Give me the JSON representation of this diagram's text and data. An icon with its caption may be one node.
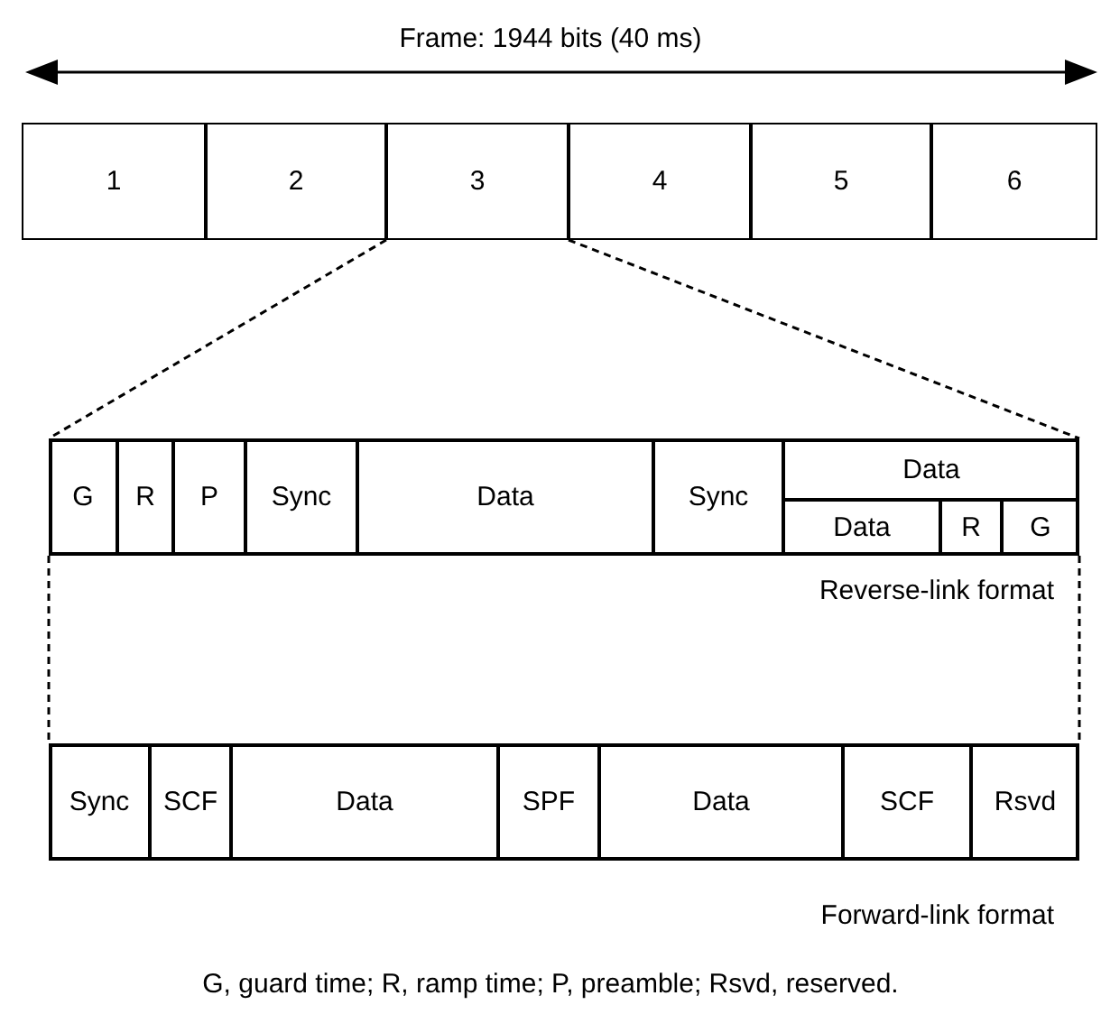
{
  "diagram": {
    "nodes": [
      {
        "text": [
          "1"
        ]
      },
      {
        "text": [
          "2"
        ]
      },
      {
        "text": [
          "3"
        ]
      },
      {
        "text": [
          "4"
        ]
      },
      {
        "text": [
          "5"
        ]
      },
      {
        "text": [
          "6"
        ]
      },
      {
        "text": [],
        "shape": "box"
      },
      {
        "text": [
          "G"
        ],
        "in": 6
      },
      {
        "text": [
          "R"
        ],
        "in": 6
      },
      {
        "text": [
          "P"
        ],
        "in": 6
      },
      {
        "text": [
          "Sync"
        ],
        "in": 6
      },
      {
        "text": [
          "Data"
        ],
        "in": 6
      },
      {
        "text": [
          "Sync"
        ],
        "in": 6
      },
      {
        "text": [
          "Data"
        ],
        "in": 6
      },
      {
        "text": [
          "Data"
        ],
        "in": 6
      },
      {
        "text": [
          "R"
        ],
        "in": 6
      },
      {
        "text": [
          "G"
        ],
        "in": 6
      },
      {
        "text": [],
        "shape": "box"
      },
      {
        "text": [
          "Sync"
        ],
        "in": 17
      },
      {
        "text": [
          "SCF"
        ],
        "in": 17
      },
      {
        "text": [
          "Data"
        ],
        "in": 17
      },
      {
        "text": [
          "SPF"
        ],
        "in": 17
      },
      {
        "text": [
          "Data"
        ],
        "in": 17
      },
      {
        "text": [
          "SCF"
        ],
        "in": 17
      },
      {
        "text": [
          "Rsvd"
        ],
        "in": 17
      }
    ],
    "edges": [
      {
        "from": 2,
        "to": 6,
        "arrow": "none",
        "style": "dashed"
      },
      {
        "from": 2,
        "to": 6,
        "arrow": "none",
        "style": "dashed"
      },
      {
        "from": 6,
        "to": 17,
        "arrow": "none",
        "style": "dashed"
      },
      {
        "from": 6,
        "to": 17,
        "arrow": "none",
        "style": "dashed"
      }
    ],
    "labels": [
      "Frame: 1944 bits (40 ms)",
      "Reverse-link format",
      "Forward-link format",
      "G, guard time; R, ramp time; P, preamble; Rsvd, reserved."
    ]
  }
}
